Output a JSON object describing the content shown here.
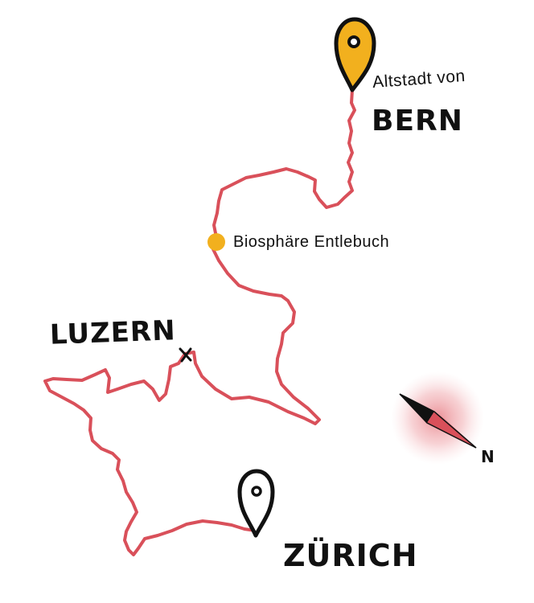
{
  "map": {
    "route_color": "#d9505a",
    "stroke_color": "#111111",
    "marker_fill_color": "#f2b01e",
    "labels": {
      "bern_sub": "Altstadt von",
      "bern": "BERN",
      "biosphere": "Biosphäre Entlebuch",
      "luzern": "LUZERN",
      "zurich": "ZÜRICH",
      "north": "N"
    },
    "icons": [
      "map-pin-icon",
      "cross-marker-icon",
      "compass-icon"
    ]
  }
}
